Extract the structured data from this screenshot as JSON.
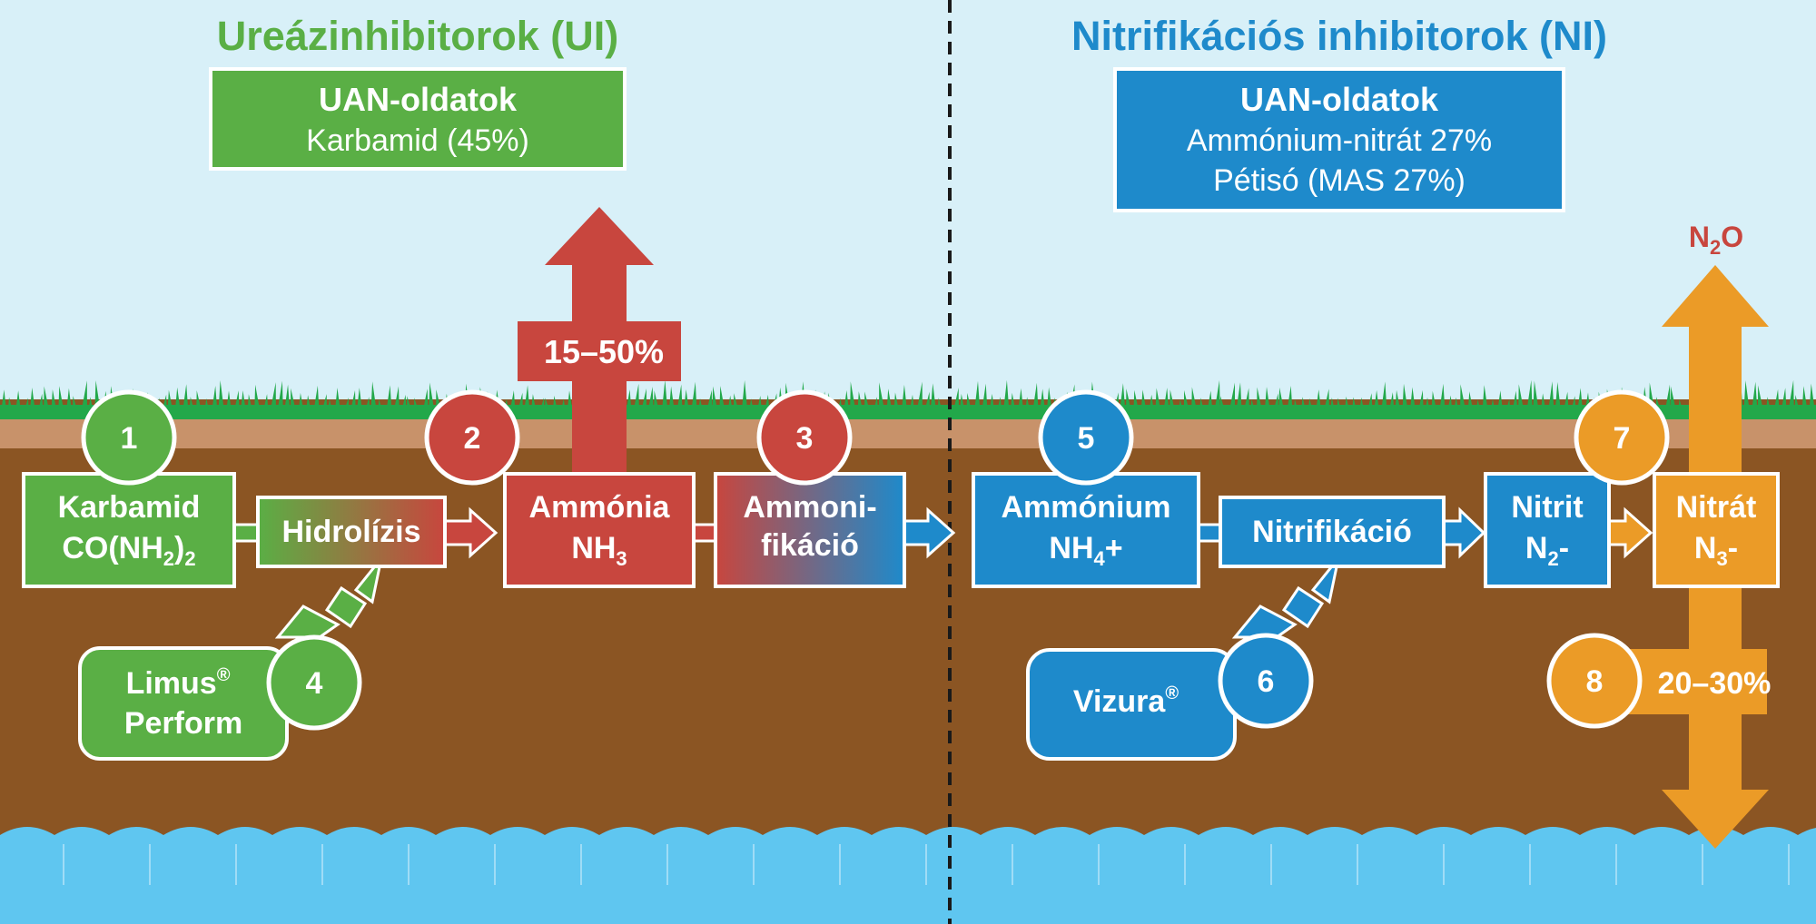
{
  "colors": {
    "sky": "#d8f0f8",
    "grass": "#22a84a",
    "topsoil": "#c8926a",
    "soil": "#8b5523",
    "water": "#5fc6f0",
    "green": "#5aaf45",
    "red": "#c8463e",
    "blue": "#1e8acb",
    "orange": "#eb9b27"
  },
  "ui": {
    "title": "Ureázinhibitorok (UI)",
    "source_box": {
      "line1": "UAN-oldatok",
      "line2": "Karbamid (45%)"
    }
  },
  "ni": {
    "title": "Nitrifikációs inhibitorok (NI)",
    "source_box": {
      "line1": "UAN-oldatok",
      "line2": "Ammónium-nitrát 27%",
      "line3": "Pétisó (MAS 27%)"
    }
  },
  "process": {
    "karbamid": {
      "line1": "Karbamid",
      "line2": "CO(NH",
      "sub1": "2",
      "paren": ")",
      "sub2": "2"
    },
    "hidrolizis": "Hidrolízis",
    "ammonia": {
      "line1": "Ammónia",
      "line2": "NH",
      "sub": "3"
    },
    "ammonifikacio": {
      "line1": "Ammoni-",
      "line2": "fikáció"
    },
    "ammonium": {
      "line1": "Ammónium",
      "line2": "NH",
      "sub": "4",
      "suffix": "+"
    },
    "nitrifikacio": "Nitrifikáció",
    "nitrit": {
      "line1": "Nitrit",
      "line2": "N",
      "sub": "2",
      "suffix": "-"
    },
    "nitrat": {
      "line1": "Nitrát",
      "line2": "N",
      "sub": "3",
      "suffix": "-"
    }
  },
  "inhibitors": {
    "limus": {
      "line1": "Limus",
      "reg": "®",
      "line2": "Perform"
    },
    "vizura": {
      "line1": "Vizura",
      "reg": "®"
    }
  },
  "losses": {
    "ammonia_volatilization": "15–50%",
    "n2o": {
      "base": "N",
      "sub": "2",
      "suffix": "O"
    },
    "leaching": "20–30%"
  },
  "steps": [
    "1",
    "2",
    "3",
    "4",
    "5",
    "6",
    "7",
    "8"
  ]
}
